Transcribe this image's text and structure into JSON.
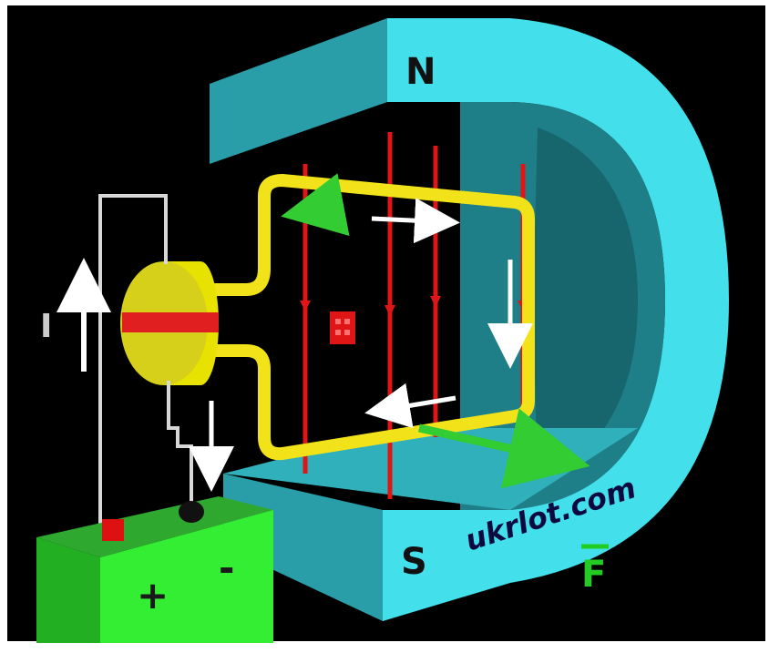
{
  "labels": {
    "north_pole": "N",
    "south_pole": "S",
    "watermark": "ukrlot.com",
    "battery_plus": "+",
    "battery_minus": "-",
    "force": "F",
    "current": "I"
  },
  "colors": {
    "background": "#000000",
    "frame": "#ffffff",
    "magnet_top": "#2a9ea8",
    "magnet_side": "#43e0ec",
    "magnet_inner": "#1f7f88",
    "magnet_bottom_top": "#2fb0ba",
    "field_lines": "#e01515",
    "coil": "#f2e21a",
    "commutator": "#e8e200",
    "commutator_band": "#e02020",
    "wires": "#d8d8d8",
    "battery_top": "#2ea82e",
    "battery_front": "#33ee33",
    "force_arrow": "#33cc33",
    "current_arrow": "#ffffff"
  }
}
